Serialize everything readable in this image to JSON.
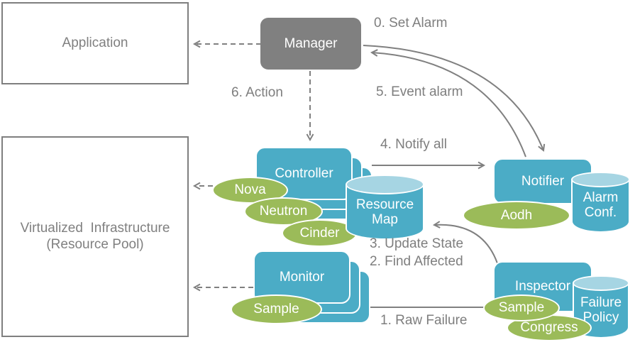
{
  "colors": {
    "component_teal": "#4BACC6",
    "cylinder_top_blue": "#A6D5E3",
    "plugin_green": "#9BBB59",
    "manager_gray": "#808080",
    "label_gray": "#7E7E7E",
    "box_border_gray": "#7F7F7F",
    "arrow_gray": "#808080",
    "node_text_white": "#FFFFFF"
  },
  "nodes": {
    "application": {
      "label": "Application"
    },
    "virtualized_infrastructure": {
      "line1": "Virtualized  Infrastructure",
      "line2": "(Resource Pool)"
    },
    "manager": {
      "label": "Manager"
    },
    "controller": {
      "label": "Controller"
    },
    "nova": {
      "label": "Nova"
    },
    "neutron": {
      "label": "Neutron"
    },
    "cinder": {
      "label": "Cinder"
    },
    "resource_map": {
      "line1": "Resource",
      "line2": "Map"
    },
    "notifier": {
      "label": "Notifier"
    },
    "aodh": {
      "label": "Aodh"
    },
    "alarm_conf": {
      "line1": "Alarm",
      "line2": "Conf."
    },
    "monitor": {
      "label": "Monitor"
    },
    "monitor_sample": {
      "label": "Sample"
    },
    "inspector": {
      "label": "Inspector"
    },
    "inspector_sample": {
      "label": "Sample"
    },
    "congress": {
      "label": "Congress"
    },
    "failure_policy": {
      "line1": "Failure",
      "line2": "Policy"
    }
  },
  "edges": {
    "set_alarm": {
      "label": "0. Set Alarm",
      "from": "Manager",
      "to": "Notifier"
    },
    "raw_failure": {
      "label": "1. Raw Failure",
      "from": "Monitor",
      "to": "Inspector"
    },
    "find_affected": {
      "label": "2. Find Affected",
      "from": "Inspector",
      "to": "Resource Map"
    },
    "update_state": {
      "label": "3. Update State",
      "from": "Inspector",
      "to": "Resource Map"
    },
    "notify_all": {
      "label": "4. Notify all",
      "from": "Controller",
      "to": "Notifier"
    },
    "event_alarm": {
      "label": "5. Event alarm",
      "from": "Notifier",
      "to": "Manager"
    },
    "action": {
      "label": "6. Action",
      "from": "Manager",
      "to": "Controller"
    }
  }
}
